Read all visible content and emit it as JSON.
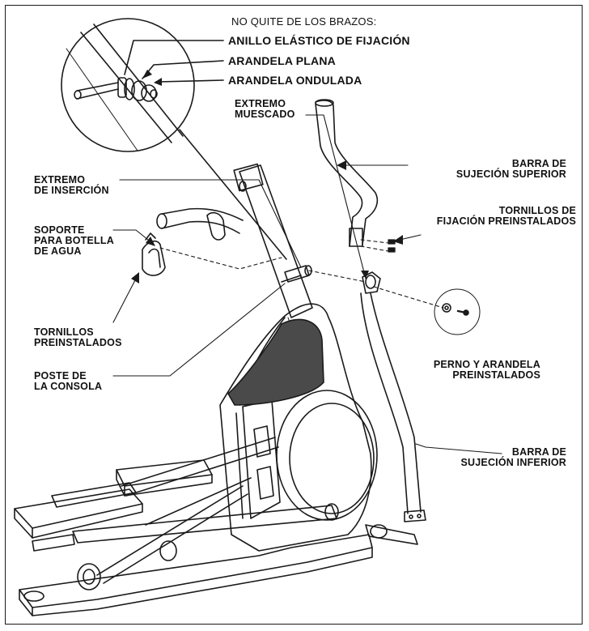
{
  "colors": {
    "line": "#1a1a1a",
    "shade": "#4a4a4a",
    "background": "#ffffff"
  },
  "header": "NO QUITE DE LOS BRAZOS:",
  "detail_labels": {
    "anillo": "ANILLO ELÁSTICO DE FIJACIÓN",
    "arandela_plana": "ARANDELA PLANA",
    "arandela_ondulada": "ARANDELA ONDULADA"
  },
  "labels": {
    "extremo_muescado": "EXTREMO\nMUESCADO",
    "barra_superior": "BARRA DE\nSUJECIÓN SUPERIOR",
    "extremo_insercion": "EXTREMO\nDE INSERCIÓN",
    "tornillos_fijacion": "TORNILLOS DE\nFIJACIÓN PREINSTALADOS",
    "soporte_botella": "SOPORTE\nPARA BOTELLA\nDE AGUA",
    "tornillos_preinstalados": "TORNILLOS\nPREINSTALADOS",
    "perno_arandela": "PERNO Y ARANDELA\nPREINSTALADOS",
    "poste_consola": "POSTE DE\nLA CONSOLA",
    "barra_inferior": "BARRA DE\nSUJECIÓN INFERIOR"
  }
}
